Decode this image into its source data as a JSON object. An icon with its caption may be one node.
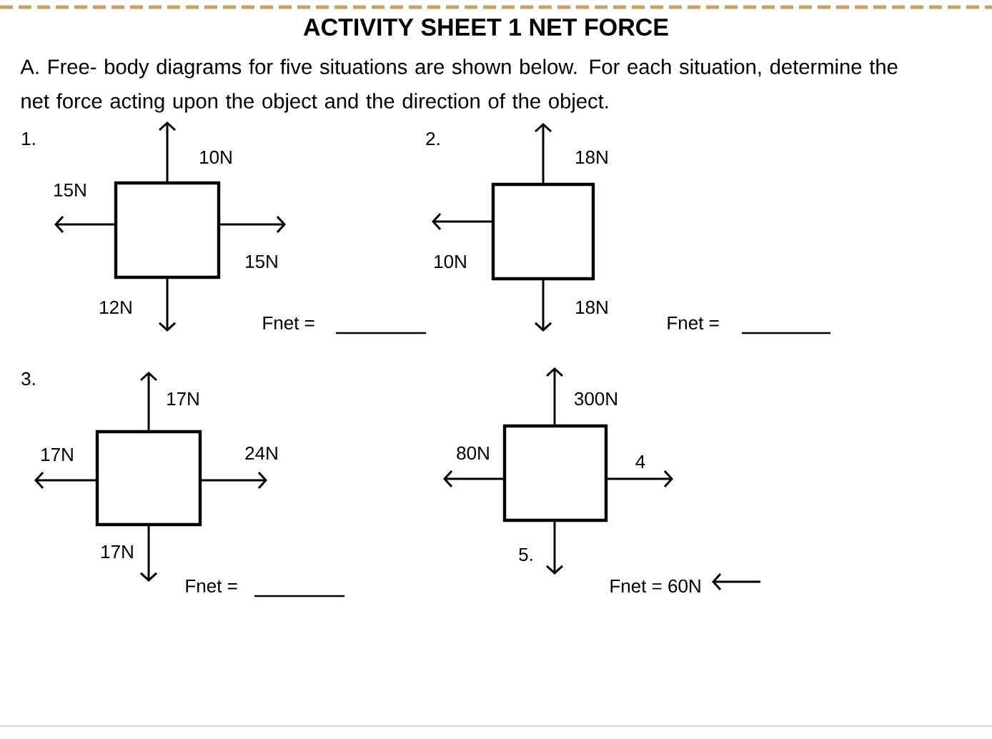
{
  "diagram": {
    "title": "ACTIVITY SHEET 1 NET FORCE",
    "nodes": [
      {
        "text": [],
        "shape": "box",
        "beside": [
          "10N",
          "15N",
          "15N",
          "12N"
        ]
      },
      {
        "text": [],
        "shape": "box",
        "beside": [
          "18N",
          "10N",
          "18N"
        ]
      },
      {
        "text": [],
        "shape": "box",
        "beside": [
          "17N",
          "17N",
          "24N",
          "17N"
        ]
      },
      {
        "text": [],
        "shape": "box",
        "beside": [
          "300N",
          "80N",
          "4"
        ]
      }
    ],
    "labels": [
      "A. Free- body diagrams for five situations are shown below. For each situation, determine the net force acting upon the object and the direction of the object.",
      "1.",
      "2.",
      "Fnet =",
      "Fnet =",
      "3.",
      "Fnet =",
      "5.",
      "Fnet = 60N"
    ]
  }
}
